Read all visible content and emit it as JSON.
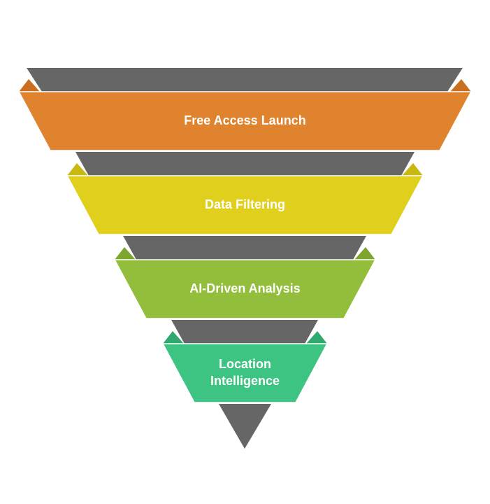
{
  "funnel": {
    "stages": [
      {
        "label_lines": [
          "Free Access Launch"
        ],
        "color": "#E0832F",
        "corner_color": "#C96F1F"
      },
      {
        "label_lines": [
          "Data Filtering"
        ],
        "color": "#E0CF1C",
        "corner_color": "#C8B812"
      },
      {
        "label_lines": [
          "AI-Driven Analysis"
        ],
        "color": "#92BE3B",
        "corner_color": "#7EA62E"
      },
      {
        "label_lines": [
          "Location",
          "Intelligence"
        ],
        "color": "#3DC382",
        "corner_color": "#2FA96E"
      }
    ],
    "back_color": "#666666"
  }
}
